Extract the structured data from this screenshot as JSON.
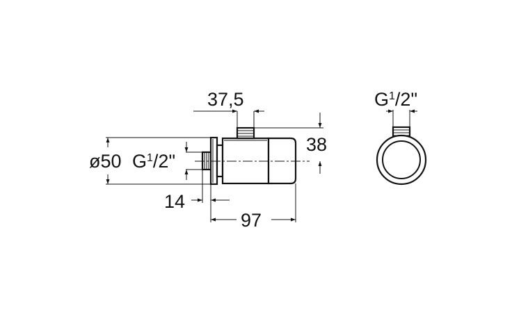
{
  "side_view": {
    "dim_top": "37,5",
    "dim_height": "38",
    "dim_diameter": "ø50",
    "thread_main": "G",
    "thread_sup": "1",
    "thread_den": "/2\"",
    "dim_left": "14",
    "dim_length": "97"
  },
  "end_view": {
    "thread_main": "G",
    "thread_sup": "1",
    "thread_den": "/2\""
  }
}
